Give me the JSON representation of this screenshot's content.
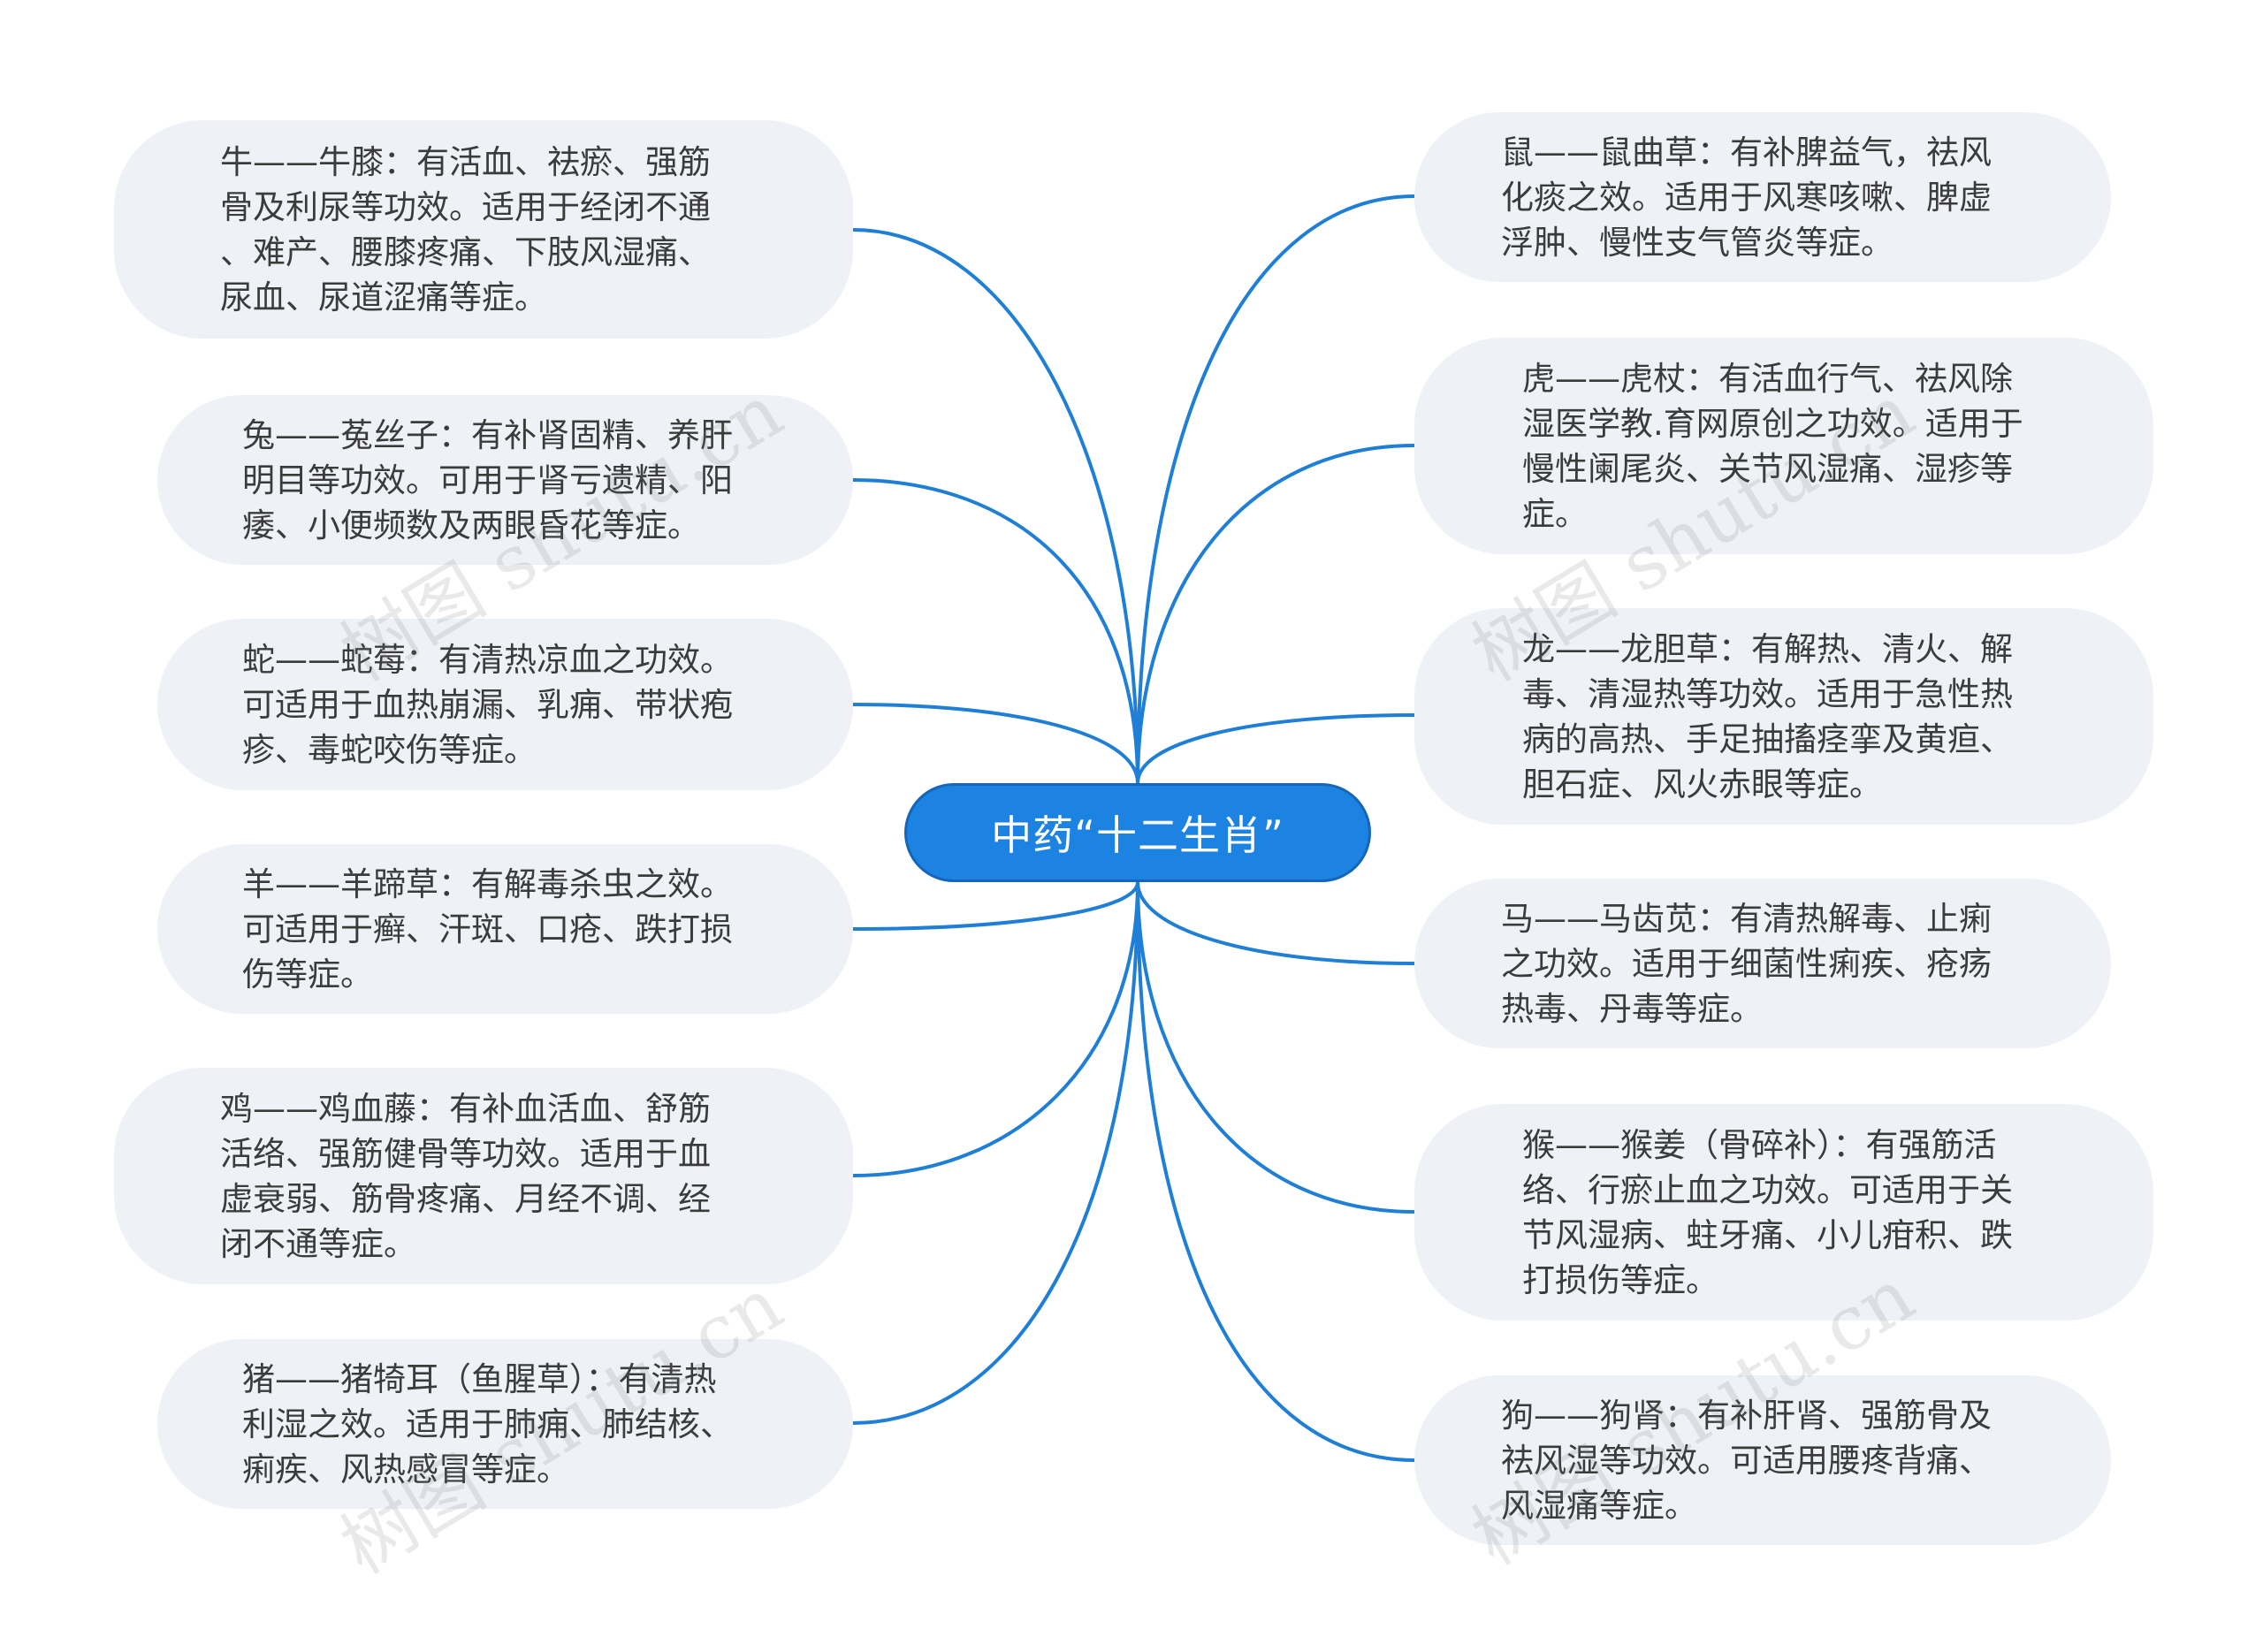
{
  "center": {
    "label": "中药“十二生肖”"
  },
  "left_nodes": [
    {
      "name": "node-ox",
      "lines": [
        "牛——牛膝：有活血、祛瘀、强筋",
        "骨及利尿等功效。适用于经闭不通",
        "、难产、腰膝疼痛、下肢风湿痛、",
        "尿血、尿道涩痛等症。"
      ]
    },
    {
      "name": "node-rabbit",
      "lines": [
        "兔——菟丝子：有补肾固精、养肝",
        "明目等功效。可用于肾亏遗精、阳",
        "痿、小便频数及两眼昏花等症。"
      ]
    },
    {
      "name": "node-snake",
      "lines": [
        "蛇——蛇莓：有清热凉血之功效。",
        "可适用于血热崩漏、乳痈、带状疱",
        "疹、毒蛇咬伤等症。"
      ]
    },
    {
      "name": "node-goat",
      "lines": [
        "羊——羊蹄草：有解毒杀虫之效。",
        "可适用于癣、汗斑、口疮、跌打损",
        "伤等症。"
      ]
    },
    {
      "name": "node-rooster",
      "lines": [
        "鸡——鸡血藤：有补血活血、舒筋",
        "活络、强筋健骨等功效。适用于血",
        "虚衰弱、筋骨疼痛、月经不调、经",
        "闭不通等症。"
      ]
    },
    {
      "name": "node-pig",
      "lines": [
        "猪——猪犄耳（鱼腥草）：有清热",
        "利湿之效。适用于肺痈、肺结核、",
        "痢疾、风热感冒等症。"
      ]
    }
  ],
  "right_nodes": [
    {
      "name": "node-rat",
      "lines": [
        "鼠——鼠曲草：有补脾益气，祛风",
        "化痰之效。适用于风寒咳嗽、脾虚",
        "浮肿、慢性支气管炎等症。"
      ]
    },
    {
      "name": "node-tiger",
      "lines": [
        "虎——虎杖：有活血行气、祛风除",
        "湿医学教.育网原创之功效。适用于",
        "慢性阑尾炎、关节风湿痛、湿疹等",
        "症。"
      ]
    },
    {
      "name": "node-dragon",
      "lines": [
        "龙——龙胆草：有解热、清火、解",
        "毒、清湿热等功效。适用于急性热",
        "病的高热、手足抽搐痉挛及黄疸、",
        "胆石症、风火赤眼等症。"
      ]
    },
    {
      "name": "node-horse",
      "lines": [
        "马——马齿苋：有清热解毒、止痢",
        "之功效。适用于细菌性痢疾、疮疡",
        "热毒、丹毒等症。"
      ]
    },
    {
      "name": "node-monkey",
      "lines": [
        "猴——猴姜（骨碎补）：有强筋活",
        "络、行瘀止血之功效。可适用于关",
        "节风湿病、蛀牙痛、小儿疳积、跌",
        "打损伤等症。"
      ]
    },
    {
      "name": "node-dog",
      "lines": [
        "狗——狗肾：有补肝肾、强筋骨及",
        "祛风湿等功效。可适用腰疼背痛、",
        "风湿痛等症。"
      ]
    }
  ],
  "watermark": {
    "text": "树图 shutu.cn"
  },
  "colors": {
    "link": "#1f7fd6",
    "center_fill": "#1c83e2",
    "node_fill": "#eef1f6",
    "text": "#3b3b3b"
  }
}
